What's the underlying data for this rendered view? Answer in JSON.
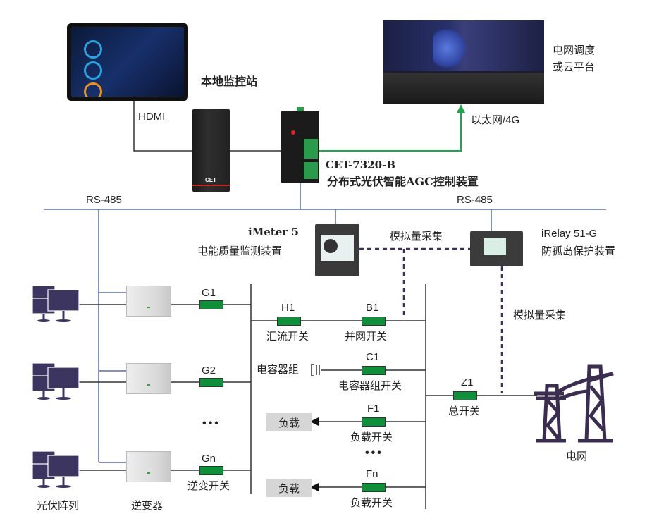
{
  "diagram": {
    "title": "分布式光伏智能AGC控制系统示意图",
    "top": {
      "local_station_label": "本地监控站",
      "hdmi_label": "HDMI",
      "cloud_label_line1": "电网调度",
      "cloud_label_line2": "或云平台",
      "ethernet_label": "以太网/4G",
      "agc_model": "CET-7320-B",
      "agc_name": "分布式光伏智能AGC控制装置",
      "pc_logo": "CET"
    },
    "bus": {
      "rs485_left": "RS-485",
      "rs485_right": "RS-485"
    },
    "devices": {
      "meter_model": "iMeter 5",
      "meter_name": "电能质量监测装置",
      "relay_model": "iRelay 51-G",
      "relay_name": "防孤岛保护装置",
      "analog_label_1": "模拟量采集",
      "analog_label_2": "模拟量采集"
    },
    "pv_side": {
      "switches": [
        {
          "id": "G1"
        },
        {
          "id": "G2"
        },
        {
          "id": "Gn"
        }
      ],
      "ellipsis": "•••",
      "inverter_switch_label": "逆变开关",
      "pv_array_label": "光伏阵列",
      "inverter_label": "逆变器"
    },
    "middle": {
      "h1": {
        "id": "H1",
        "label": "汇流开关"
      },
      "b1": {
        "id": "B1",
        "label": "并网开关"
      },
      "c1": {
        "id": "C1",
        "label": "电容器组开关"
      },
      "capacitor_label": "电容器组",
      "f1": {
        "id": "F1",
        "label": "负载开关"
      },
      "fn": {
        "id": "Fn",
        "label": "负载开关"
      },
      "load_label": "负载",
      "ellipsis": "•••"
    },
    "grid_side": {
      "z1": {
        "id": "Z1",
        "label": "总开关"
      },
      "grid_label": "电网"
    },
    "colors": {
      "switch_green": "#0f8f3a",
      "ethernet_green": "#1aa84a",
      "rs485_blue": "#5a6fa0",
      "analog_dotted": "#3d2f5a",
      "tower": "#3a2d4f"
    }
  }
}
